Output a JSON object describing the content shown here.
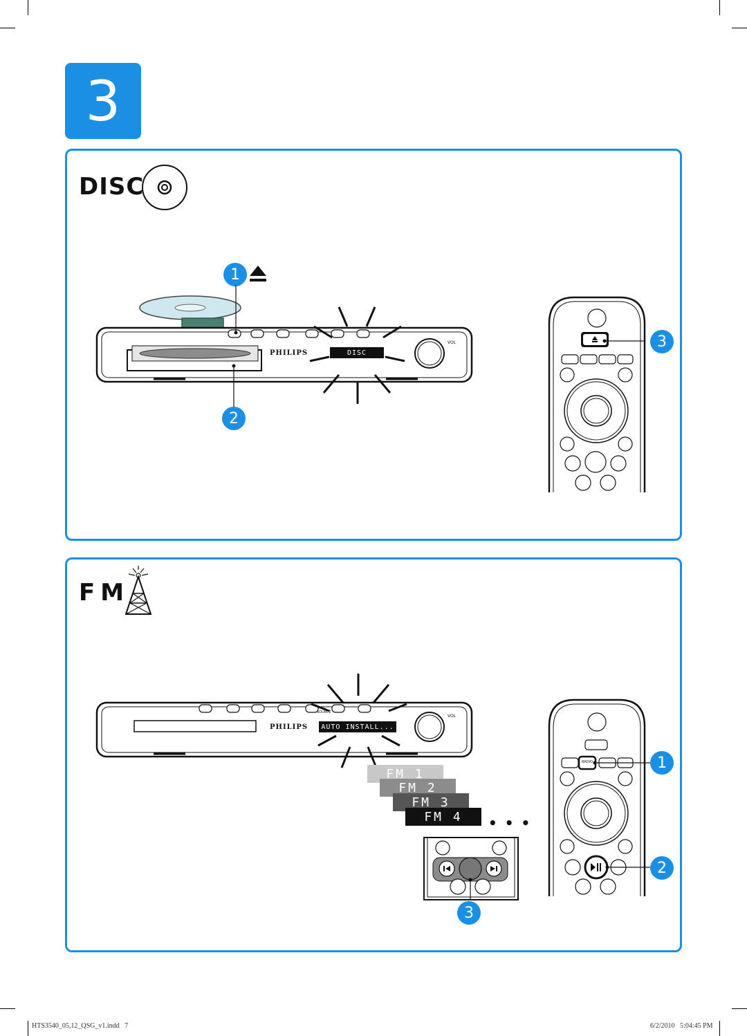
{
  "step_number": "3",
  "disc_section": {
    "title": "DISC",
    "step_labels": [
      "1",
      "2",
      "3"
    ],
    "display_text": "DISC",
    "brand": "PHILIPS",
    "vol_label": "VOL"
  },
  "fm_section": {
    "title": "FM",
    "step_labels": [
      "1",
      "2",
      "3"
    ],
    "display_text": "AUTO INSTALL...",
    "brand": "PHILIPS",
    "vol_label": "VOL",
    "source_label": "SOURCE",
    "remote_radio_label": "RADIO",
    "fm_bands": [
      "FM 1",
      "FM 2",
      "FM 3",
      "FM 4"
    ],
    "more_text": "• • •"
  },
  "footer": {
    "file": "HTS3540_05,12_QSG_v1.indd   7",
    "timestamp": "6/2/2010   5:04:45 PM"
  }
}
